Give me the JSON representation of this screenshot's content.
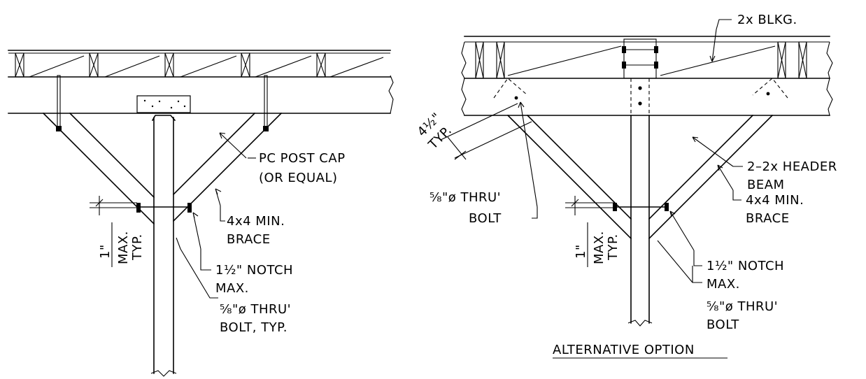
{
  "left_detail": {
    "labels": {
      "post_cap": "PC POST CAP",
      "post_cap_equal": "(OR EQUAL)",
      "brace_1": "4x4 MIN.",
      "brace_2": "BRACE",
      "notch_1": "1½\" NOTCH",
      "notch_2": "MAX.",
      "bolt_1": "⅝\"ø THRU'",
      "bolt_2": "BOLT, TYP.",
      "dim_value": "1\"",
      "dim_note_1": "MAX.",
      "dim_note_2": "TYP."
    }
  },
  "right_detail": {
    "labels": {
      "blocking": "2x BLKG.",
      "header_1": "2–2x HEADER",
      "header_2": "BEAM",
      "brace_1": "4x4 MIN.",
      "brace_2": "BRACE",
      "notch_1": "1½\" NOTCH",
      "notch_2": "MAX.",
      "bolt_lower_1": "⅝\"ø THRU'",
      "bolt_lower_2": "BOLT",
      "bolt_upper_1": "⅝\"ø THRU'",
      "bolt_upper_2": "BOLT",
      "dim_value": "1\"",
      "dim_note_1": "MAX.",
      "dim_note_2": "TYP.",
      "brace_dim_value": "4½\"",
      "brace_dim_note": "TYP.",
      "caption": "ALTERNATIVE OPTION"
    }
  }
}
